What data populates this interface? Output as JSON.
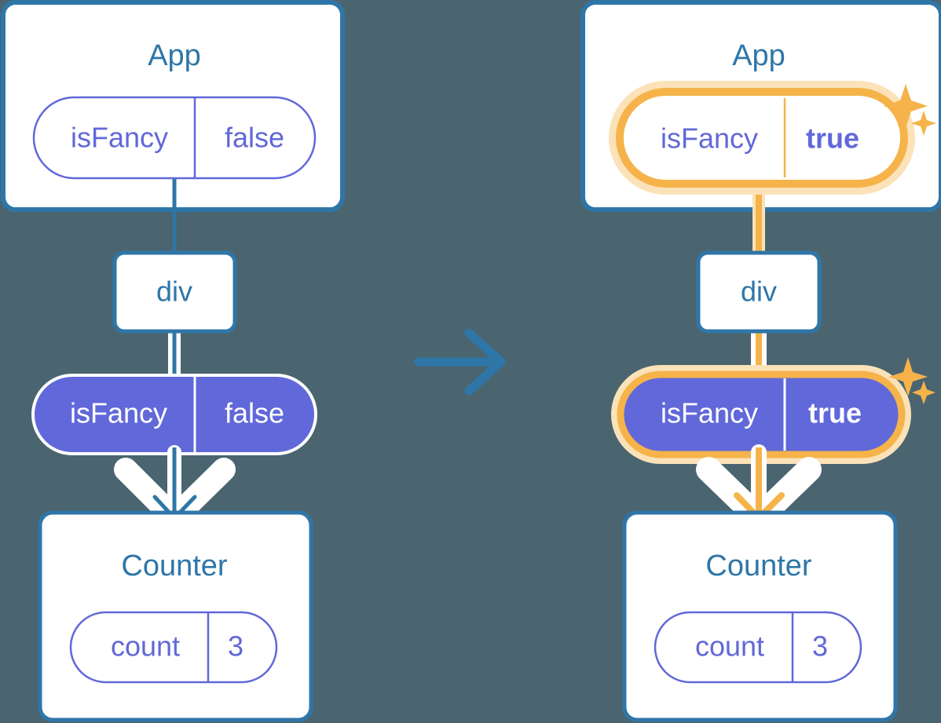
{
  "diagram": {
    "title": "React state propagation before and after state update",
    "background_color": "#4a6570",
    "transition_arrow": {
      "icon": "arrow-right-icon",
      "color": "#2f76a8"
    },
    "colors": {
      "blue": "#2f76a8",
      "blue_pale": "#cfdcf0",
      "purple": "#6168d9",
      "orange": "#f5b34a",
      "orange_pale": "#fbe2b8",
      "white": "#ffffff",
      "slate": "#4a6570"
    },
    "panels": [
      {
        "id": "before",
        "name": "before-update",
        "highlighted": false,
        "app": {
          "title": "App",
          "pill": {
            "key": "isFancy",
            "value": "false",
            "style": "outline",
            "highlighted": false,
            "value_bold": false
          }
        },
        "div": {
          "label": "div"
        },
        "prop_pill": {
          "key": "isFancy",
          "value": "false",
          "style": "filled",
          "highlighted": false,
          "value_bold": false
        },
        "counter": {
          "title": "Counter",
          "pill": {
            "key": "count",
            "value": "3",
            "style": "outline",
            "highlighted": false,
            "value_bold": false
          }
        }
      },
      {
        "id": "after",
        "name": "after-update",
        "highlighted": true,
        "sparkles": [
          "sparkle-large",
          "sparkle-small"
        ],
        "app": {
          "title": "App",
          "pill": {
            "key": "isFancy",
            "value": "true",
            "style": "outline",
            "highlighted": true,
            "value_bold": true
          }
        },
        "div": {
          "label": "div"
        },
        "prop_pill": {
          "key": "isFancy",
          "value": "true",
          "style": "filled",
          "highlighted": true,
          "value_bold": true
        },
        "counter": {
          "title": "Counter",
          "pill": {
            "key": "count",
            "value": "3",
            "style": "outline",
            "highlighted": false,
            "value_bold": false
          }
        }
      }
    ]
  }
}
